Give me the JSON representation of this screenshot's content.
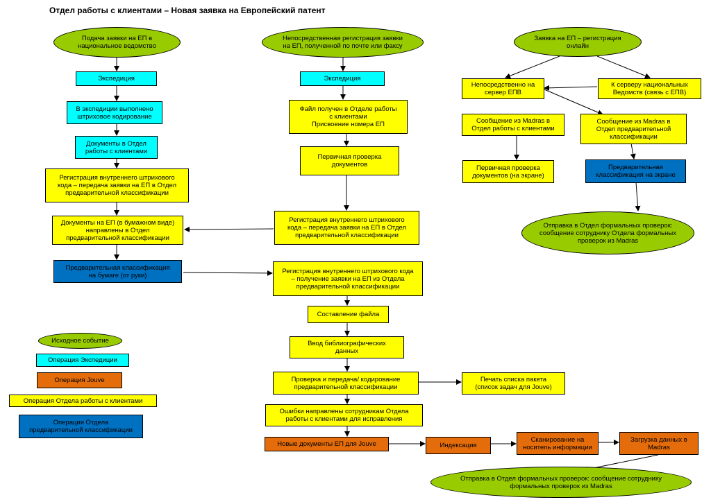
{
  "title": "Отдел работы с клиентами – Новая заявка на Европейский патент",
  "colors": {
    "event": "#99cc00",
    "expedition": "#00ffff",
    "client_dept": "#ffff00",
    "jouve": "#e46c0a",
    "prelim_class": "#0070c0"
  },
  "nodes": {
    "n1": "Подача заявки на ЕП в\nнациональное ведомство",
    "n2": "Экспедиция",
    "n3": "В экспедиции выполнено\nштриховое кодирование",
    "n4": "Документы в Отдел\nработы с клиентами",
    "n5": "Регистрация внутреннего штрихового\nкода – передача заявки на ЕП в Отдел\nпредварительной классификации",
    "n6": "Документы на ЕП (в бумажном виде)\nнаправлены в Отдел\nпредварительной классификации",
    "n7": "Предварительная классификация\nна бумаге (от руки)",
    "m1": "Непосредственная регистрация заявки\nна ЕП, полученной по почте или факсу",
    "m2": "Экспедиция",
    "m3": "Файл получен в Отделе работы\nс клиентами\nПрисвоение номера ЕП",
    "m4": "Первичная проверка\nдокументов",
    "m5": "Регистрация внутреннего штрихового\nкода – передача заявки на ЕП в Отдел\nпредварительной классификации",
    "m6": "Регистрация внутреннего штрихового кода\n– получение заявки на ЕП из Отдела\nпредварительной классификации",
    "m7": "Составление файла",
    "m8": "Ввод библиографических\nданных",
    "m9": "Проверка и передача/ кодирование\nпредварительной классификации",
    "m10": "Ошибки направлены сотрудникам Отдела\nработы с клиентами для исправления",
    "m11": "Печать списка пакета\n(список задач для Jouve)",
    "o1": "Новые документы ЕП для Jouve",
    "o2": "Индексация",
    "o3": "Сканирование на\nноситель информации",
    "o4": "Загрузка данных в\nMadras",
    "o5": "Отправка в Отдел формальных проверок: сообщение сотруднику\nформальных проверок из Madras",
    "r1": "Заявка на ЕП – регистрация\nонлайн",
    "r2": "Непосредственно на\nсервер ЕПВ",
    "r3": "К серверу национальных\nВедомств (связь с ЕПВ)",
    "r4": "Сообщение из Madras в\nОтдел работы с клиентами",
    "r5": "Сообщение из Madras в\nОтдел предварительной\nклассификации",
    "r6": "Первичная проверка\nдокументов (на экране)",
    "r7": "Предварительная\nклассификация на экране",
    "r8": "Отправка в Отдел формальных проверок:\nсообщение сотруднику Отдела формальных\nпроверок из Madras"
  },
  "legend": {
    "event": "Исходное событие",
    "expedition": "Операция Экспедиции",
    "jouve": "Операция Jouve",
    "client_dept": "Операция Отдела работы с клиентами",
    "prelim_class": "Операция Отдела\nпредварительной классификации"
  }
}
